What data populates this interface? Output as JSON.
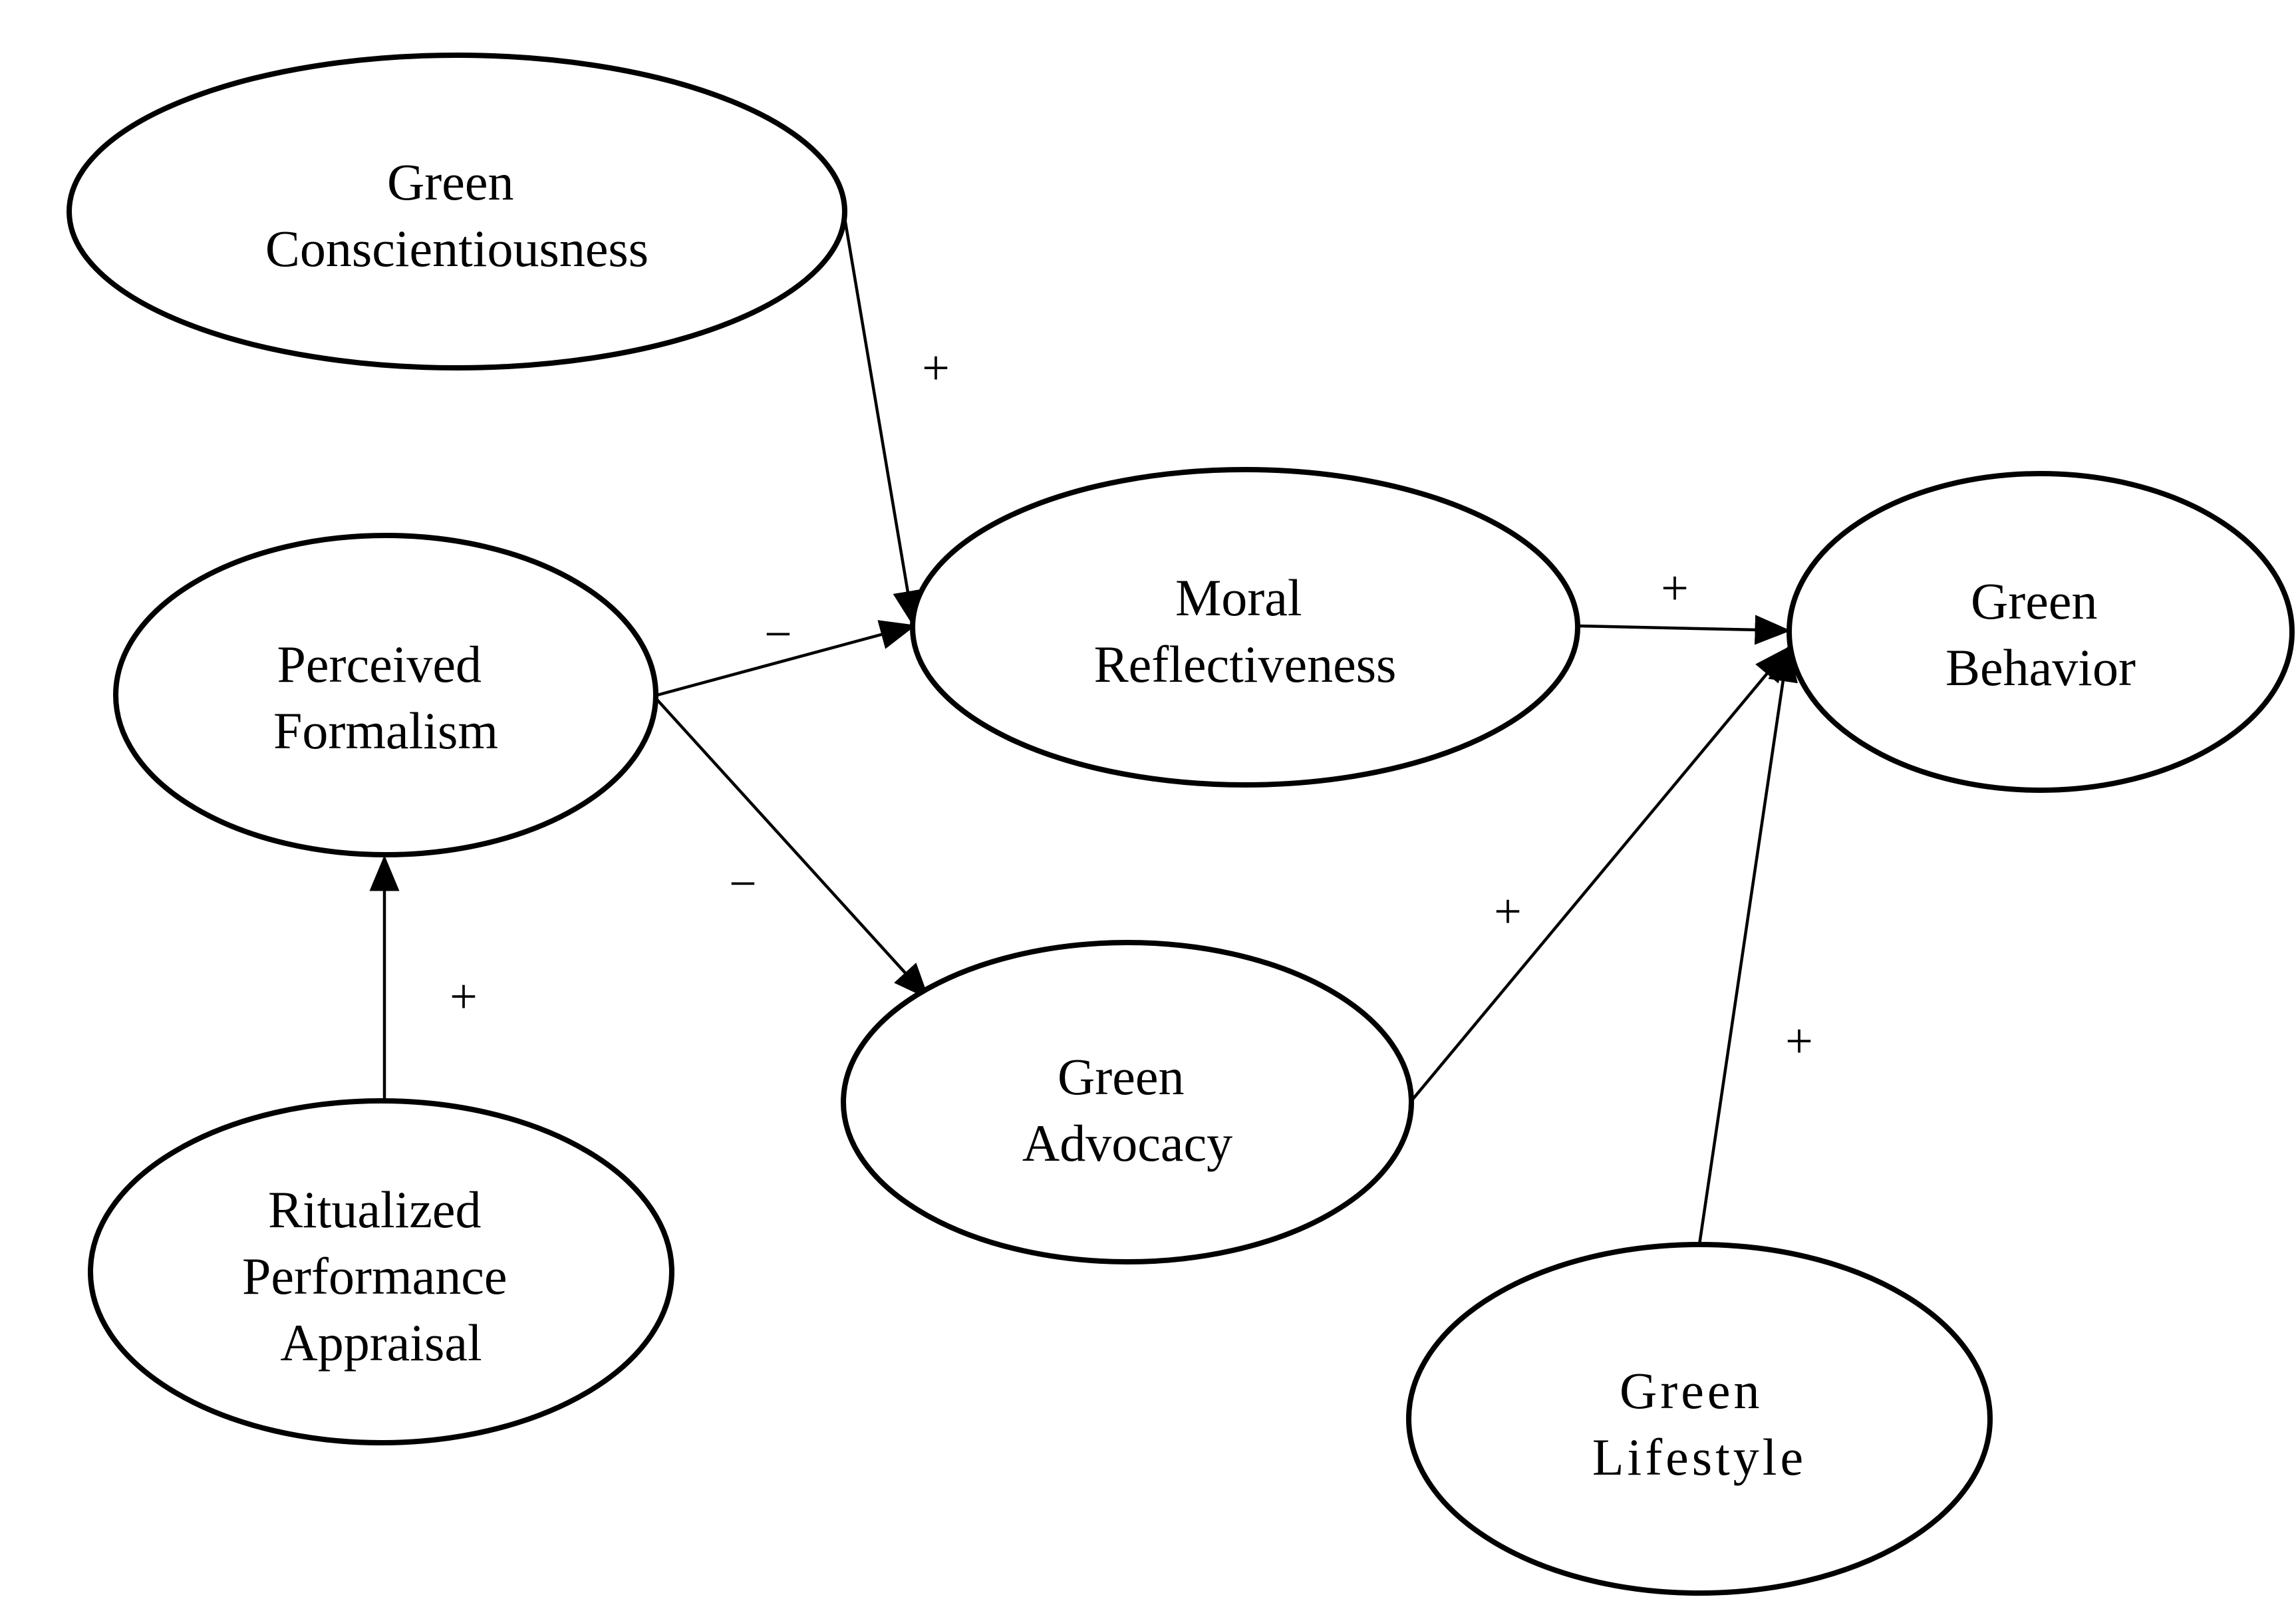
{
  "nodes": {
    "green_conscientiousness": {
      "lines": [
        "Green",
        "Conscientiousness"
      ]
    },
    "perceived_formalism": {
      "lines": [
        "Perceived",
        "Formalism"
      ]
    },
    "moral_reflectiveness": {
      "lines": [
        "Moral",
        "Reflectiveness"
      ]
    },
    "green_behavior": {
      "lines": [
        "Green",
        "Behavior"
      ]
    },
    "green_advocacy": {
      "lines": [
        "Green",
        "Advocacy"
      ]
    },
    "ritualized_performance_appraisal": {
      "lines": [
        "Ritualized",
        "Performance",
        "Appraisal"
      ]
    },
    "green_lifestyle": {
      "lines": [
        "Green",
        "Lifestyle"
      ]
    }
  },
  "edges": {
    "conscientiousness_to_reflectiveness": {
      "from": "green_conscientiousness",
      "to": "moral_reflectiveness",
      "sign": "+"
    },
    "formalism_to_reflectiveness": {
      "from": "perceived_formalism",
      "to": "moral_reflectiveness",
      "sign": "−"
    },
    "formalism_to_advocacy": {
      "from": "perceived_formalism",
      "to": "green_advocacy",
      "sign": "−"
    },
    "appraisal_to_formalism": {
      "from": "ritualized_performance_appraisal",
      "to": "perceived_formalism",
      "sign": "+"
    },
    "reflectiveness_to_behavior": {
      "from": "moral_reflectiveness",
      "to": "green_behavior",
      "sign": "+"
    },
    "advocacy_to_behavior": {
      "from": "green_advocacy",
      "to": "green_behavior",
      "sign": "+"
    },
    "lifestyle_to_behavior": {
      "from": "green_lifestyle",
      "to": "green_behavior",
      "sign": "+"
    }
  },
  "colors": {
    "stroke": "#000000",
    "fill": "#ffffff",
    "background": "#ffffff"
  }
}
